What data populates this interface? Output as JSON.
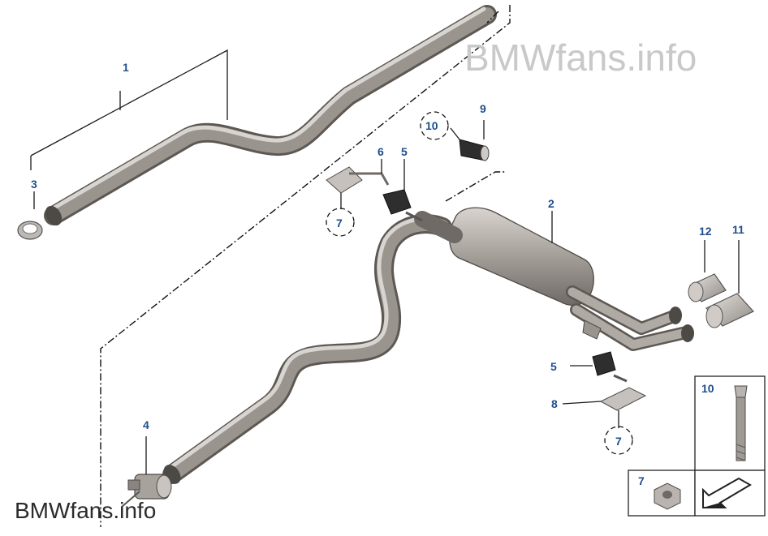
{
  "watermark": {
    "top": "BMWfans.info",
    "bottom": "BMWfans.info"
  },
  "callouts": {
    "p1": "1",
    "p2": "2",
    "p3": "3",
    "p4": "4",
    "p5a": "5",
    "p5b": "5",
    "p6": "6",
    "p7a": "7",
    "p7b": "7",
    "p7c": "7",
    "p8": "8",
    "p9": "9",
    "p10a": "10",
    "p10b": "10",
    "p11": "11",
    "p12": "12"
  },
  "colors": {
    "callout": "#1f4e8c",
    "pipe": "#8a8480",
    "pipe_highlight": "#d6d2ce",
    "rubber": "#2e2e2e"
  }
}
